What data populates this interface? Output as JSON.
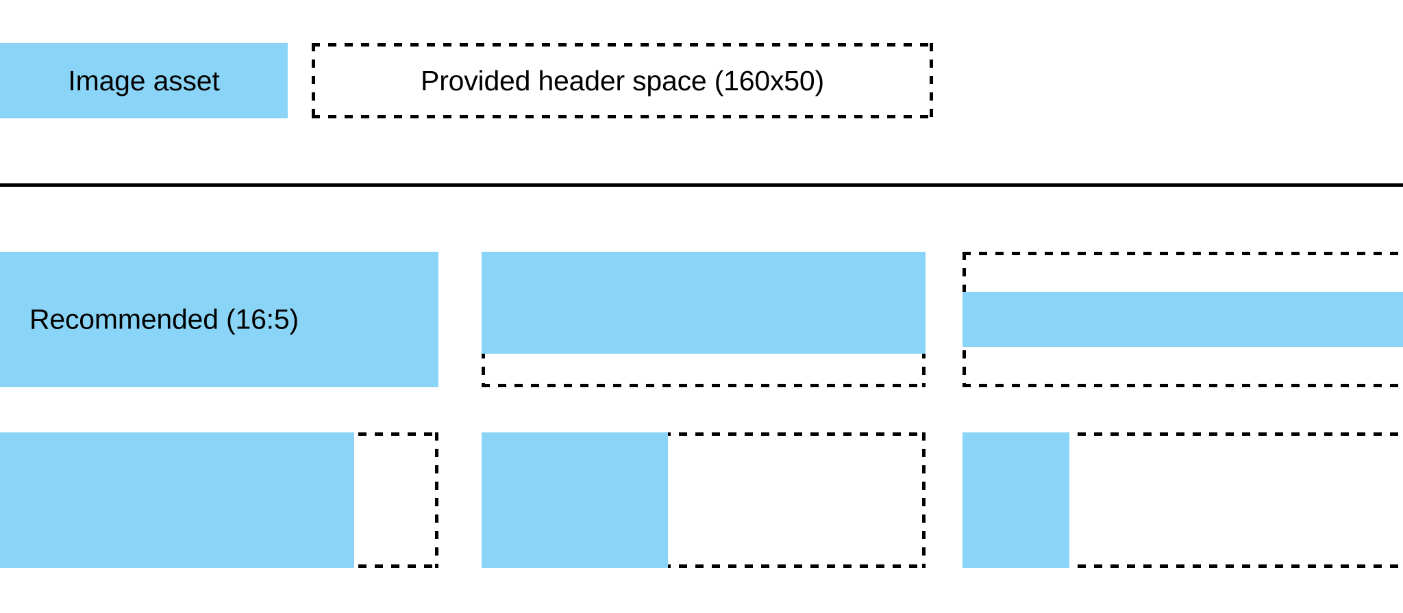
{
  "legend": {
    "swatch_label": "Image asset",
    "swatch_color": "#8ad5f7",
    "header_space_label": "Provided header space (160x50)"
  },
  "divider": {
    "color": "#000000"
  },
  "diagram": {
    "title": "",
    "recommended_label": "Recommended (16:5)",
    "box_border_color": "#000000",
    "box_border_style": "dashed",
    "examples": [
      {
        "id": "r1c1",
        "row": 1,
        "column": 1,
        "label": "Recommended (16:5)",
        "fill_color": "#8ad5f7",
        "fill_width_pct": 100,
        "fill_height_pct": 100,
        "fill_align_x": "left",
        "fill_align_y": "top"
      },
      {
        "id": "r1c2",
        "row": 1,
        "column": 2,
        "label": "",
        "fill_color": "#8ad5f7",
        "fill_width_pct": 100,
        "fill_height_pct": 75,
        "fill_align_x": "left",
        "fill_align_y": "top"
      },
      {
        "id": "r1c3",
        "row": 1,
        "column": 3,
        "label": "",
        "fill_color": "#8ad5f7",
        "fill_width_pct": 100,
        "fill_height_pct": 40,
        "fill_align_x": "left",
        "fill_align_y": "center"
      },
      {
        "id": "r2c1",
        "row": 2,
        "column": 1,
        "label": "",
        "fill_color": "#8ad5f7",
        "fill_width_pct": 81,
        "fill_height_pct": 100,
        "fill_align_x": "left",
        "fill_align_y": "top"
      },
      {
        "id": "r2c2",
        "row": 2,
        "column": 2,
        "label": "",
        "fill_color": "#8ad5f7",
        "fill_width_pct": 42,
        "fill_height_pct": 100,
        "fill_align_x": "left",
        "fill_align_y": "top"
      },
      {
        "id": "r2c3",
        "row": 2,
        "column": 3,
        "label": "",
        "fill_color": "#8ad5f7",
        "fill_width_pct": 24,
        "fill_height_pct": 100,
        "fill_align_x": "left",
        "fill_align_y": "top"
      }
    ]
  }
}
